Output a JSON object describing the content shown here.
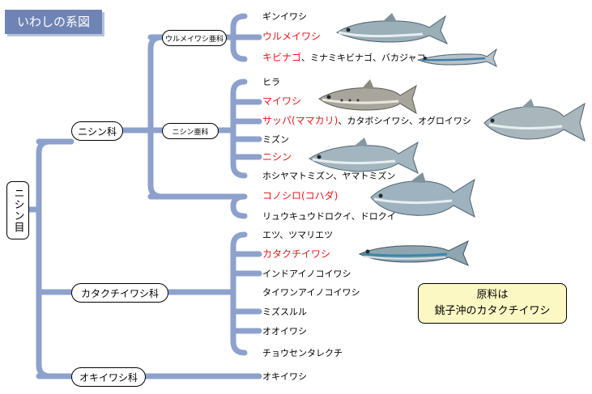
{
  "title": "いわしの系図",
  "order": "ニシン目",
  "families": {
    "nishin": "ニシン科",
    "katakuchi": "カタクチイワシ科",
    "okiiwashi": "オキイワシ科"
  },
  "subfamilies": {
    "urumei": "ウルメイワシ亜科",
    "nishin": "ニシン亜科"
  },
  "leaves": {
    "l1": {
      "hl": "",
      "rest": "ギンイワシ"
    },
    "l2": {
      "hl": "ウルメイワシ",
      "rest": ""
    },
    "l3": {
      "hl": "キビナゴ",
      "rest": "、ミナミキビナゴ、バカジャコ"
    },
    "l4": {
      "hl": "",
      "rest": "ヒラ"
    },
    "l5": {
      "hl": "マイワシ",
      "rest": ""
    },
    "l6": {
      "hl": "サッパ(ママカリ)",
      "rest": "、カタボシイワシ、オグロイワシ"
    },
    "l7": {
      "hl": "",
      "rest": "ミズン"
    },
    "l8": {
      "hl": "ニシン",
      "rest": ""
    },
    "l9": {
      "hl": "",
      "rest": "ホシヤマトミズン、ヤマトミズン"
    },
    "l10": {
      "hl": "コノシロ(コハダ)",
      "rest": ""
    },
    "l11": {
      "hl": "",
      "rest": "リュウキュウドロクイ、ドロクイ"
    },
    "l12": {
      "hl": "",
      "rest": "エツ、ツマリエツ"
    },
    "l13": {
      "hl": "カタクチイワシ",
      "rest": ""
    },
    "l14": {
      "hl": "",
      "rest": "インドアイノコイワシ"
    },
    "l15": {
      "hl": "",
      "rest": "タイワンアイノコイワシ"
    },
    "l16": {
      "hl": "",
      "rest": "ミズスルル"
    },
    "l17": {
      "hl": "",
      "rest": "オオイワシ"
    },
    "l18": {
      "hl": "",
      "rest": "チョウセンタレクチ"
    },
    "l19": {
      "hl": "",
      "rest": "オキイワシ"
    }
  },
  "note": {
    "line1": "原料は",
    "line2": "銚子沖のカタクチイワシ"
  },
  "colors": {
    "branch": "#8da1cc",
    "highlight": "#e8161b",
    "title_bg": "#6f84b4",
    "note_bg": "#fbf8c4"
  }
}
